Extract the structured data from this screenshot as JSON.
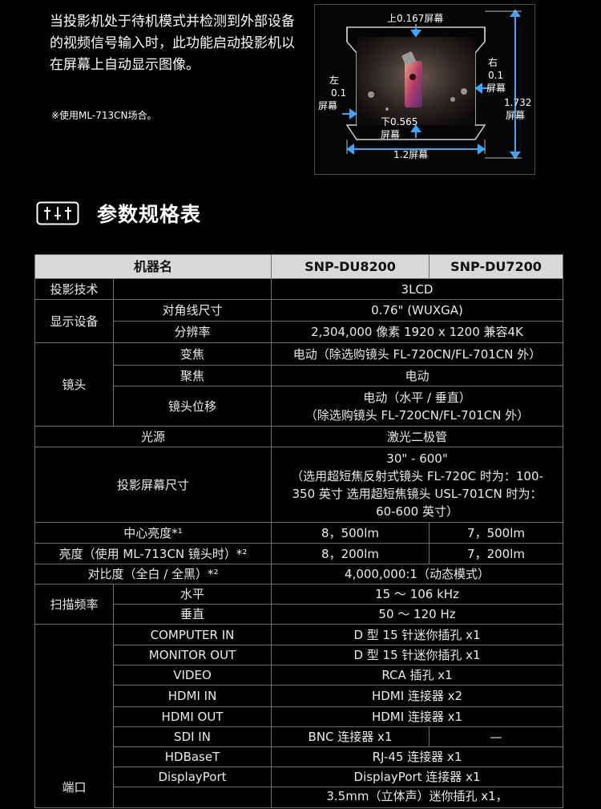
{
  "intro": {
    "text": "当投影机处于待机模式并检测到外部设备的视频信号输入时，此功能启动投影机以在屏幕上自动显示图像。",
    "note": "※使用ML-713CN场合。"
  },
  "diagram": {
    "top": "上0.167屏幕",
    "left_1": "左",
    "left_2": "0.1",
    "left_3": "屏幕",
    "right_1": "右",
    "right_2": "0.1",
    "right_3": "屏幕",
    "height_1": "1.732",
    "height_2": "屏幕",
    "bottom_1": "下0.565",
    "bottom_2": "屏幕",
    "width": "1.2屏幕"
  },
  "section": {
    "title": "参数规格表",
    "icon": "sliders-icon"
  },
  "table": {
    "header": {
      "name": "机器名",
      "m1": "SNP-DU8200",
      "m2": "SNP-DU7200"
    },
    "r_proj_tech": {
      "label": "投影技术",
      "value": "3LCD"
    },
    "display": {
      "label": "显示设备",
      "diag_label": "对角线尺寸",
      "diag_value": "0.76\" (WUXGA)",
      "res_label": "分辨率",
      "res_value": "2,304,000 像素  1920 x 1200  兼容4K"
    },
    "lens": {
      "label": "镜头",
      "zoom_label": "变焦",
      "zoom_value": "电动（除选购镜头 FL-720CN/FL-701CN 外）",
      "focus_label": "聚焦",
      "focus_value": "电动",
      "shift_label": "镜头位移",
      "shift_value_1": "电动（水平 / 垂直）",
      "shift_value_2": "（除选购镜头 FL-720CN/FL-701CN 外）"
    },
    "light": {
      "label": "光源",
      "value": "激光二极管"
    },
    "screen": {
      "label": "投影屏幕尺寸",
      "value_1": "30\" - 600\"",
      "value_2": "（选用超短焦反射式镜头 FL-720C 时为：100-",
      "value_3": "350 英寸  选用超短焦镜头 USL-701CN 时为：",
      "value_4": "60-600 英寸）"
    },
    "center_brightness": {
      "label": "中心亮度*¹",
      "m1": "8，500lm",
      "m2": "7，500lm"
    },
    "brightness_ml": {
      "label": "亮度（使用 ML-713CN 镜头时）*²",
      "m1": "8，200lm",
      "m2": "7，200lm"
    },
    "contrast": {
      "label": "对比度（全白 / 全黑）*²",
      "value": "4,000,000:1（动态模式）"
    },
    "scan": {
      "label": "扫描频率",
      "h_label": "水平",
      "h_value": "15 ～ 106 kHz",
      "v_label": "垂直",
      "v_value": "50 ～ 120 Hz"
    },
    "ports": {
      "label": "端口",
      "computer_in_label": "COMPUTER IN",
      "computer_in_value": "D 型 15 针迷你插孔 x1",
      "monitor_out_label": "MONITOR OUT",
      "monitor_out_value": "D 型 15 针迷你插孔 x1",
      "video_label": "VIDEO",
      "video_value": "RCA 插孔 x1",
      "hdmi_in_label": "HDMI IN",
      "hdmi_in_value": "HDMI 连接器 x2",
      "hdmi_out_label": "HDMI OUT",
      "hdmi_out_value": "HDMI 连接器 x1",
      "sdi_label": "SDI IN",
      "sdi_m1": "BNC 连接器 x1",
      "sdi_m2": "—",
      "hdbaset_label": "HDBaseT",
      "hdbaset_value": "RJ-45 连接器 x1",
      "dp_label": "DisplayPort",
      "dp_value": "DisplayPort 连接器 x1",
      "audio_value": "3.5mm（立体声）迷你插孔 x1，"
    }
  }
}
